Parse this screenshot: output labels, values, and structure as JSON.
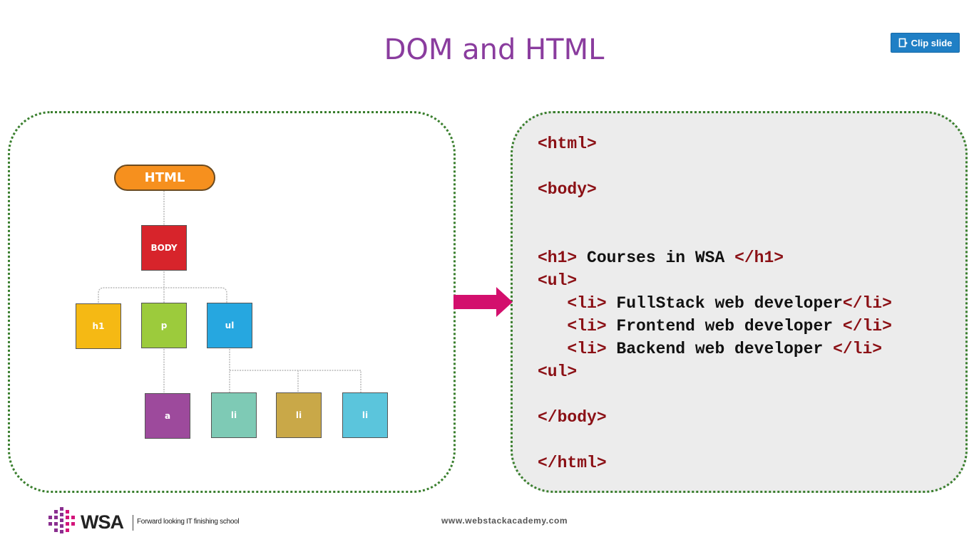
{
  "slide": {
    "title": "DOM and HTML"
  },
  "toolbar": {
    "clip_label": "Clip slide",
    "clip_icon": "clip-icon"
  },
  "dom_tree": {
    "root": {
      "label": "HTML",
      "color": "#f6901e"
    },
    "body": {
      "label": "BODY",
      "color": "#d7242b"
    },
    "children": [
      {
        "label": "h1",
        "color": "#f5b914"
      },
      {
        "label": "p",
        "color": "#9ccb3c"
      },
      {
        "label": "ul",
        "color": "#26a7e0"
      }
    ],
    "grandchildren": [
      {
        "label": "a",
        "color": "#9d4a9c"
      },
      {
        "label": "li",
        "color": "#7ecab5"
      },
      {
        "label": "li",
        "color": "#c9a848"
      },
      {
        "label": "li",
        "color": "#5bc5dc"
      }
    ]
  },
  "arrow": {
    "color": "#d30f6d",
    "icon": "right-arrow-icon"
  },
  "code": {
    "lines": [
      {
        "tag1": "<html>",
        "text": "",
        "tag2": ""
      },
      {
        "tag1": "",
        "text": "",
        "tag2": ""
      },
      {
        "tag1": "<body>",
        "text": "",
        "tag2": ""
      },
      {
        "tag1": "",
        "text": "",
        "tag2": ""
      },
      {
        "tag1": "",
        "text": "",
        "tag2": ""
      },
      {
        "tag1": "<h1>",
        "text": " Courses in WSA ",
        "tag2": "</h1>"
      },
      {
        "tag1": "<ul>",
        "text": "",
        "tag2": ""
      },
      {
        "tag1": "   <li>",
        "text": " FullStack web developer",
        "tag2": "</li>"
      },
      {
        "tag1": "   <li>",
        "text": " Frontend web developer ",
        "tag2": "</li>"
      },
      {
        "tag1": "   <li>",
        "text": " Backend web developer ",
        "tag2": "</li>"
      },
      {
        "tag1": "<ul>",
        "text": "",
        "tag2": ""
      },
      {
        "tag1": "",
        "text": "",
        "tag2": ""
      },
      {
        "tag1": "</body>",
        "text": "",
        "tag2": ""
      },
      {
        "tag1": "",
        "text": "",
        "tag2": ""
      },
      {
        "tag1": "</html>",
        "text": "",
        "tag2": ""
      }
    ]
  },
  "footer": {
    "logo_text": "WSA",
    "tagline": "Forward looking IT finishing school",
    "website": "www.webstackacademy.com",
    "logo_icon": "wsa-logo-icon"
  }
}
